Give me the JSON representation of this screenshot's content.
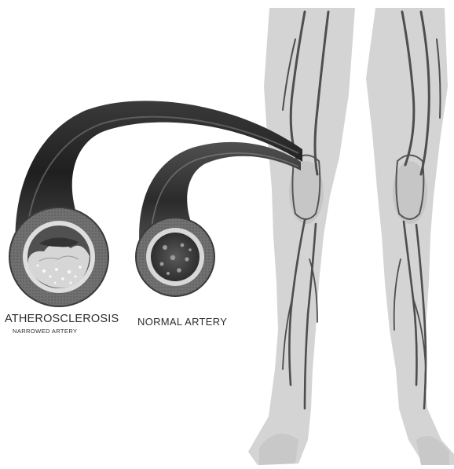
{
  "labels": {
    "atherosclerosis": "ATHEROSCLEROSIS",
    "narrowed_artery": "NARROWED ARTERY",
    "normal_artery": "NORMAL ARTERY"
  },
  "colors": {
    "leg_fill": "#d4d4d4",
    "leg_shade": "#bdbdbd",
    "vessel": "#4e4e4e",
    "tube_dark": "#2a2a2a",
    "tube_light": "#8a8a8a",
    "wall": "#6d6d6d",
    "lining": "#dcdcdc",
    "lumen": "#4a4a4a",
    "plaque": "#d8d8d8",
    "text": "#2c2c2c"
  }
}
